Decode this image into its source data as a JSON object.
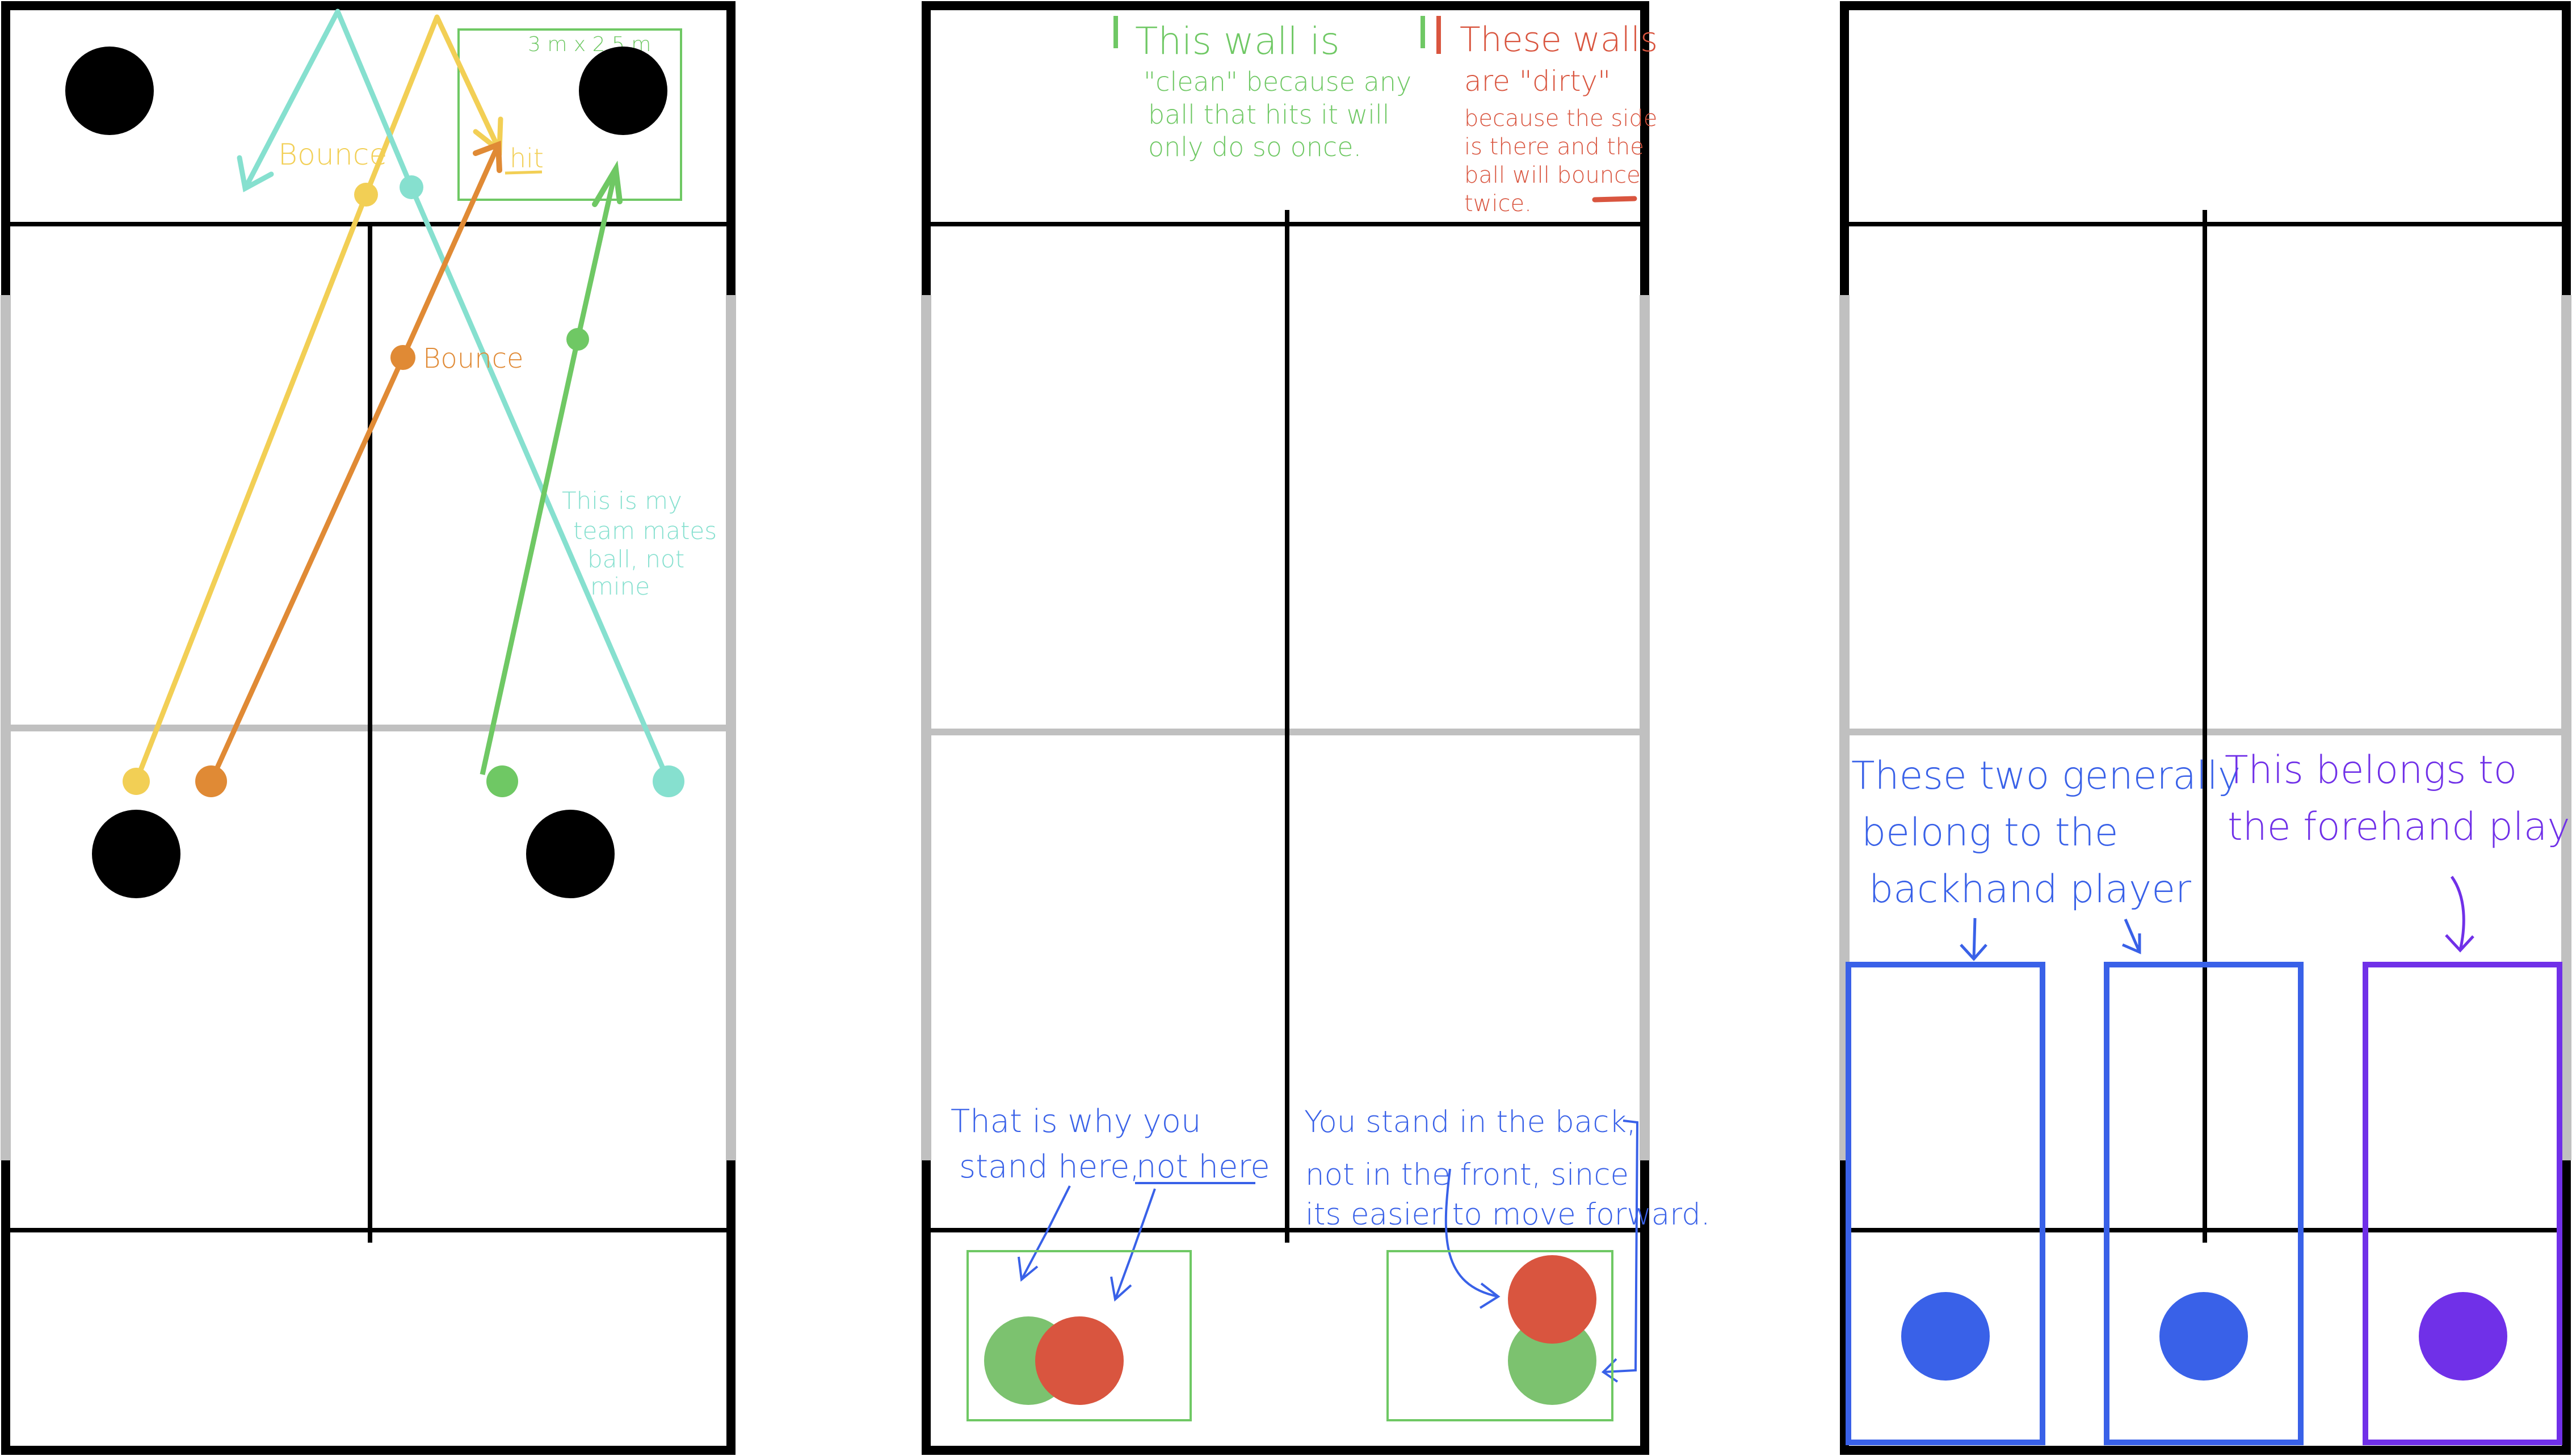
{
  "colors": {
    "wall": "#000000",
    "glass": "#c0c0c0",
    "player": "#000000",
    "yellow": "#f2cf55",
    "teal": "#86e0cf",
    "orange": "#e08a35",
    "green": "#6fc864",
    "red": "#d9553f",
    "blue": "#3961e8",
    "purple": "#7030e8"
  },
  "court1": {
    "bounce_label_1": "Bounce",
    "hit_label": "hit",
    "bounce_label_2": "Bounce",
    "dimension_label": "3 m x 2.5 m",
    "teammate_note": [
      "This is my",
      "team mates",
      "ball, not",
      "mine"
    ]
  },
  "court2": {
    "clean_note": [
      "This  wall   is",
      "\"clean\" because any",
      "ball that hits it will",
      "only do so once."
    ],
    "dirty_note": [
      "These walls",
      "are \"dirty\"",
      "because the side",
      "is there and the",
      "ball will bounce",
      "twice."
    ],
    "stand_note_prefix": [
      "That is why you",
      "stand here,"
    ],
    "stand_note_emph": "not here",
    "back_note": [
      "You stand in the back,",
      "not in the front, since",
      "its easier to move forward."
    ]
  },
  "court3": {
    "backhand_note": [
      "These two generally",
      "belong to the",
      "backhand player"
    ],
    "forehand_note": [
      "This belongs to",
      "the forehand player"
    ]
  }
}
